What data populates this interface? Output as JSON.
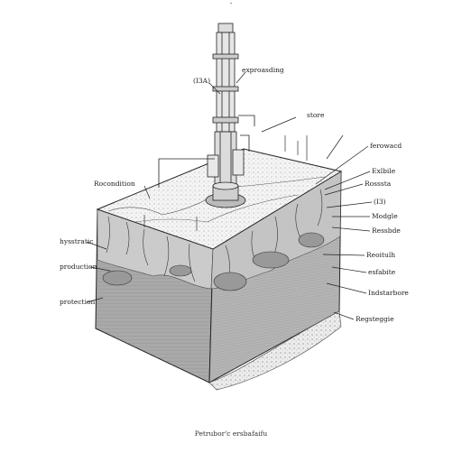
{
  "labels": {
    "top_mark": "-",
    "left_top": "Rocondition",
    "left_1": "hysstratic",
    "left_2": "production",
    "left_3": "protection",
    "rig_left": "(I3A)",
    "rig_top": "exproasding",
    "rig_mid": "store",
    "right_1": "ferowacd",
    "right_2": "Exlbile",
    "right_3": "Rosssta",
    "right_4": "(I3)",
    "right_5": "Modgle",
    "right_6": "Ressbde",
    "right_7": "Reoitulh",
    "right_8": "esfabite",
    "right_9": "Indstarbore",
    "right_10": "Regsteggie"
  },
  "caption": "Petrubor'c ersbafaifu",
  "colors": {
    "ink": "#222222",
    "block_front": "#a9a9a9",
    "block_side": "#b4b4b4",
    "surface": "#f4f4f4"
  }
}
